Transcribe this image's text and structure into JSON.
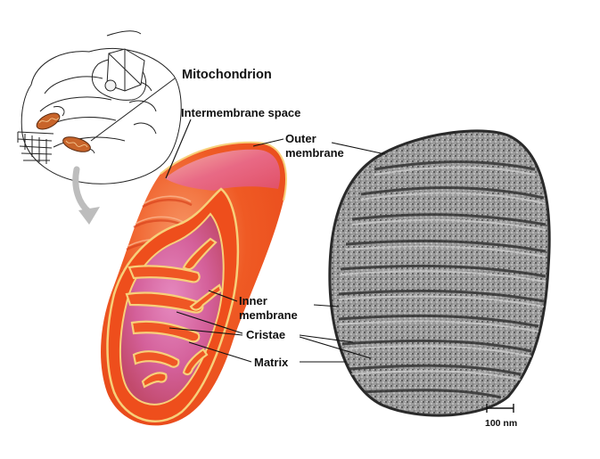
{
  "labels": {
    "title": "Mitochondrion",
    "intermembrane_space": "Intermembrane space",
    "outer_membrane_line1": "Outer",
    "outer_membrane_line2": "membrane",
    "inner_membrane_line1": "Inner",
    "inner_membrane_line2": "membrane",
    "cristae": "Cristae",
    "matrix": "Matrix",
    "scale_bar": "100 nm"
  },
  "colors": {
    "mito_outer": "#ef4d1c",
    "mito_highlight": "#f7a07a",
    "mito_membrane": "#f7d07a",
    "mito_matrix": "#d05a9a",
    "cell_mito": "#c8642a",
    "micrograph_dark": "#3a3a3a",
    "micrograph_light": "#b8b8b8"
  }
}
